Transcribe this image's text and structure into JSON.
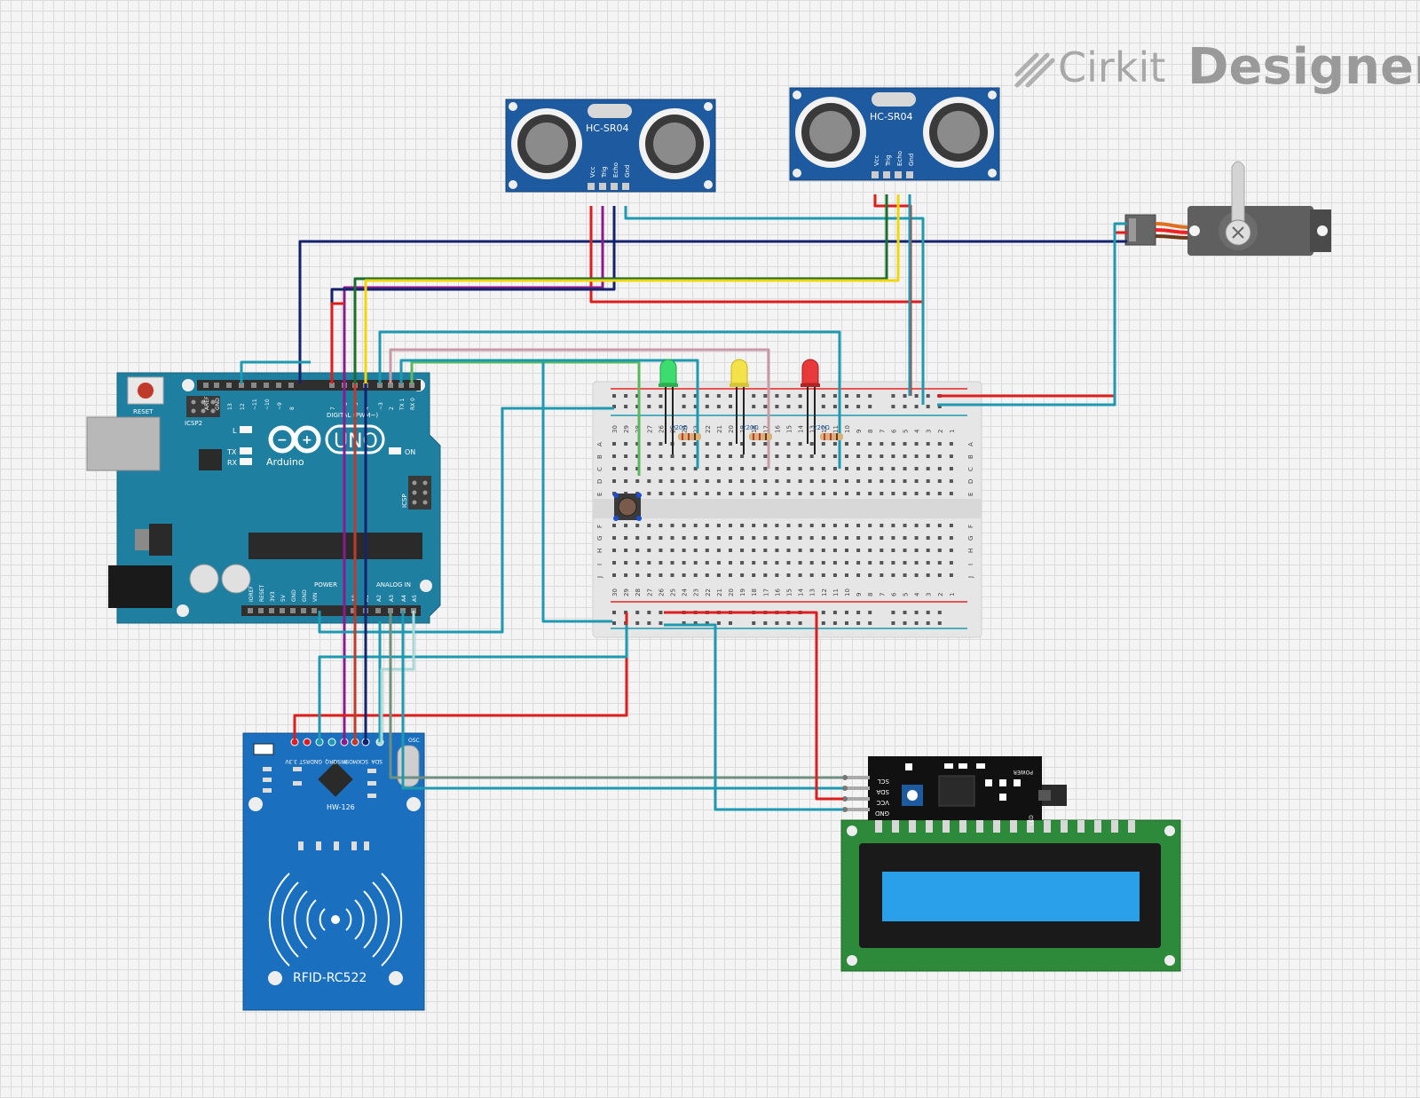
{
  "brand": {
    "name_light": "Cirkit",
    "name_bold": "Designer"
  },
  "components": {
    "ultrasonic_1": {
      "label": "HC-SR04",
      "pins": [
        "Vcc",
        "Trig",
        "Echo",
        "Gnd"
      ]
    },
    "ultrasonic_2": {
      "label": "HC-SR04",
      "pins": [
        "Vcc",
        "Trig",
        "Echo",
        "Gnd"
      ]
    },
    "arduino": {
      "logo_text": "UNO",
      "brand_text": "Arduino",
      "reset_label": "RESET",
      "icsp2_label": "ICSP2",
      "icsp_label": "ICSP",
      "led_l": "L",
      "led_tx": "TX",
      "led_rx": "RX",
      "led_on": "ON",
      "digital_label": "DIGITAL (PWM~)",
      "power_label": "POWER",
      "analog_label": "ANALOG IN",
      "header_pins_top": [
        "AREF",
        "GND",
        "13",
        "12",
        "~11",
        "~10",
        "~9",
        "8",
        "7",
        "~6",
        "~5",
        "4",
        "~3",
        "2",
        "TX 1",
        "RX 0"
      ],
      "header_pins_bottom": [
        "IOREF",
        "RESET",
        "3V3",
        "5V",
        "GND",
        "GND",
        "VIN",
        "A0",
        "A1",
        "A2",
        "A3",
        "A4",
        "A5"
      ]
    },
    "rfid": {
      "label": "RFID-RC522",
      "chip_label": "HW-126",
      "osc_label": "OSC",
      "pins": [
        "3.3V",
        "RST",
        "GND",
        "IRQ",
        "MISO",
        "MOSI",
        "SCK",
        "SDA"
      ]
    },
    "lcd_i2c": {
      "pins": [
        "GND",
        "VCC",
        "SDA",
        "SCL"
      ],
      "led_label": "LED",
      "power_label": "POWER"
    },
    "breadboard": {
      "rows": [
        "A",
        "B",
        "C",
        "D",
        "E",
        "F",
        "G",
        "H",
        "I",
        "J"
      ],
      "columns": [
        "30",
        "29",
        "28",
        "27",
        "26",
        "25",
        "24",
        "23",
        "22",
        "21",
        "20",
        "19",
        "18",
        "17",
        "16",
        "15",
        "14",
        "13",
        "12",
        "11",
        "10",
        "9",
        "8",
        "7",
        "6",
        "5",
        "4",
        "3",
        "2",
        "1"
      ]
    },
    "resistor_label": "220Ω"
  },
  "colors": {
    "wire_red": "#e01d1d",
    "wire_blue": "#1e9ab0",
    "wire_navy": "#14226b",
    "wire_green": "#1a6e2e",
    "wire_lime": "#5cb85c",
    "wire_yellow": "#f2d60c",
    "wire_purple": "#8b1a8b",
    "wire_pink": "#c999a8",
    "wire_gray": "#6f8f80",
    "arduino_board": "#1f7fa0",
    "sensor_board": "#1d5aa0",
    "rfid_board": "#1a6fbf",
    "lcd_board": "#2d8a3a",
    "lcd_screen": "#2a9fea"
  }
}
